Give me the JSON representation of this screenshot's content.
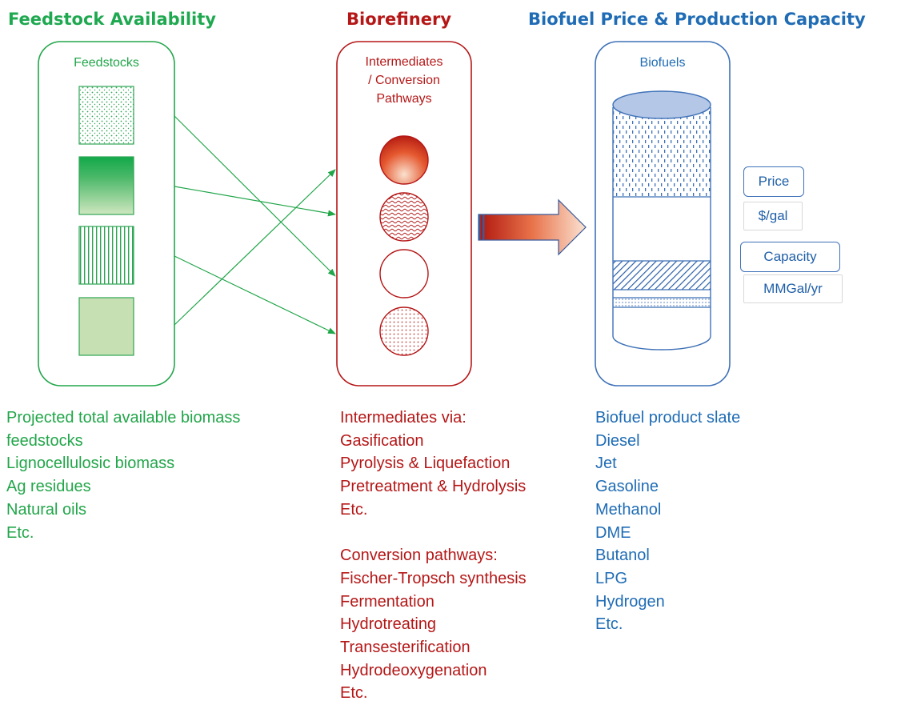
{
  "headings": {
    "feedstock": "Feedstock Availability",
    "biorefinery": "Biorefinery",
    "biofuel": "Biofuel Price & Production Capacity"
  },
  "boxes": {
    "feedstocks_title": "Feedstocks",
    "intermediates_title_lines": [
      "Intermediates",
      "/ Conversion",
      "Pathways"
    ],
    "biofuels_title": "Biofuels"
  },
  "tags": {
    "price": "Price",
    "price_unit": "$/gal",
    "capacity": "Capacity",
    "capacity_unit": "MMGal/yr"
  },
  "feedstock_list": [
    "Projected total available biomass",
    "feedstocks",
    "Lignocellulosic biomass",
    "Ag residues",
    "Natural oils",
    "Etc."
  ],
  "refinery_list": [
    "Intermediates via:",
    "Gasification",
    "Pyrolysis & Liquefaction",
    "Pretreatment & Hydrolysis",
    "Etc.",
    "",
    "Conversion pathways:",
    "Fischer-Tropsch synthesis",
    "Fermentation",
    "Hydrotreating",
    "Transesterification",
    "Hydrodeoxygenation",
    "Etc."
  ],
  "biofuel_list": [
    "Biofuel product slate",
    "Diesel",
    "Jet",
    "Gasoline",
    "Methanol",
    "DME",
    "Butanol",
    "LPG",
    "Hydrogen",
    "Etc."
  ],
  "colors": {
    "green": "#22a64a",
    "red": "#b51717",
    "blue": "#1f6cb5"
  }
}
